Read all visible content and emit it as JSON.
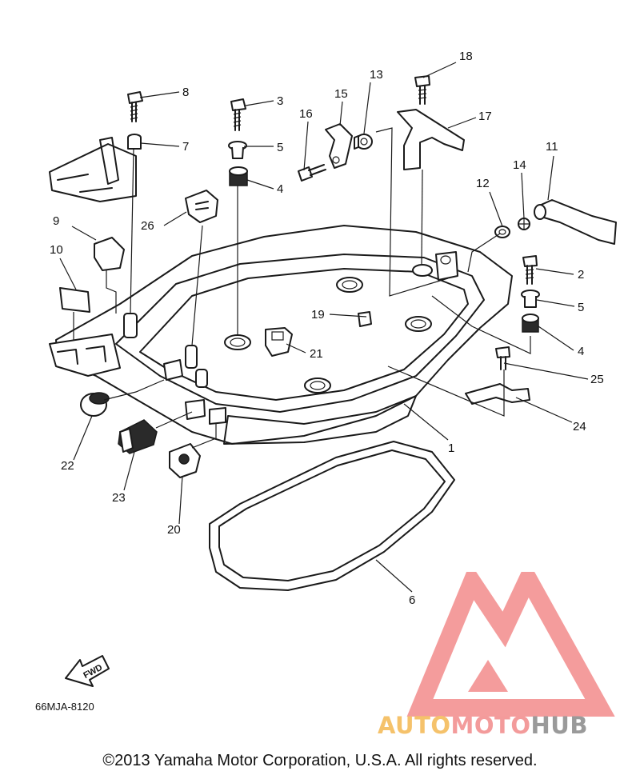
{
  "diagram": {
    "code": "66MJA-8120",
    "fwd_marker": "FWD",
    "part_labels": [
      {
        "id": "p1",
        "text": "1"
      },
      {
        "id": "p2",
        "text": "2"
      },
      {
        "id": "p3",
        "text": "3"
      },
      {
        "id": "p4a",
        "text": "4"
      },
      {
        "id": "p4b",
        "text": "4"
      },
      {
        "id": "p5a",
        "text": "5"
      },
      {
        "id": "p5b",
        "text": "5"
      },
      {
        "id": "p6",
        "text": "6"
      },
      {
        "id": "p7",
        "text": "7"
      },
      {
        "id": "p8",
        "text": "8"
      },
      {
        "id": "p9",
        "text": "9"
      },
      {
        "id": "p10",
        "text": "10"
      },
      {
        "id": "p11",
        "text": "11"
      },
      {
        "id": "p12",
        "text": "12"
      },
      {
        "id": "p13",
        "text": "13"
      },
      {
        "id": "p14",
        "text": "14"
      },
      {
        "id": "p15",
        "text": "15"
      },
      {
        "id": "p16",
        "text": "16"
      },
      {
        "id": "p17",
        "text": "17"
      },
      {
        "id": "p18",
        "text": "18"
      },
      {
        "id": "p19",
        "text": "19"
      },
      {
        "id": "p20",
        "text": "20"
      },
      {
        "id": "p21",
        "text": "21"
      },
      {
        "id": "p22",
        "text": "22"
      },
      {
        "id": "p23",
        "text": "23"
      },
      {
        "id": "p24",
        "text": "24"
      },
      {
        "id": "p25",
        "text": "25"
      },
      {
        "id": "p26",
        "text": "26"
      }
    ]
  },
  "watermark": {
    "brand_part1": "AUTO",
    "brand_part2": "MOTO",
    "brand_part3": "HUB",
    "colors": {
      "auto": "#f5c26b",
      "moto": "#f39b9b",
      "hub": "#9a9a9a",
      "logo": "#f28b8b"
    }
  },
  "copyright": "©2013 Yamaha Motor Corporation, U.S.A. All rights reserved."
}
